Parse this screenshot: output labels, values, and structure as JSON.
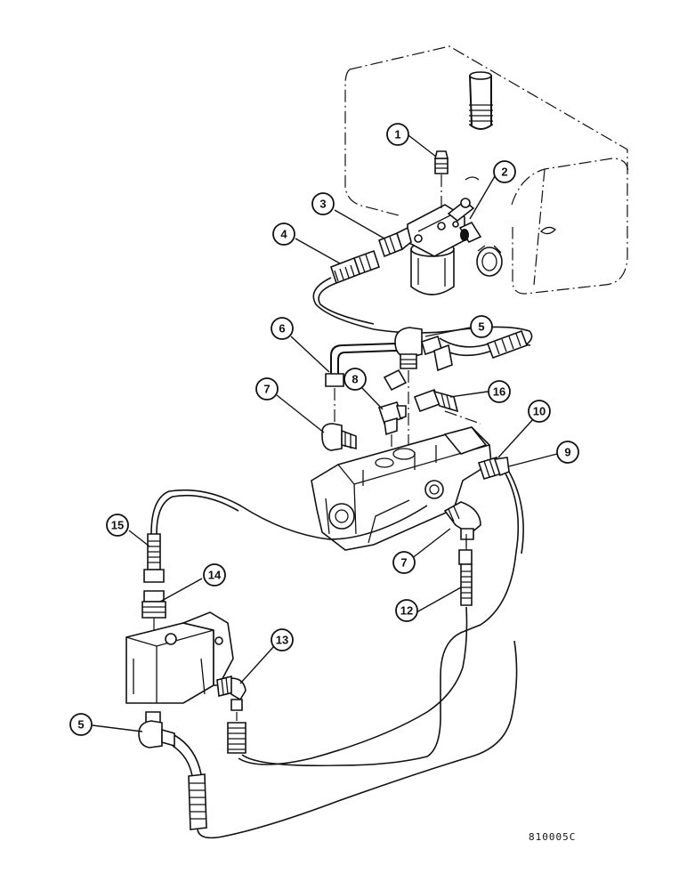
{
  "diagram": {
    "reference_code": "810005C",
    "callouts": [
      {
        "id": "c1",
        "label": "1"
      },
      {
        "id": "c2",
        "label": "2"
      },
      {
        "id": "c3",
        "label": "3"
      },
      {
        "id": "c4",
        "label": "4"
      },
      {
        "id": "c5a",
        "label": "5"
      },
      {
        "id": "c6",
        "label": "6"
      },
      {
        "id": "c7a",
        "label": "7"
      },
      {
        "id": "c8",
        "label": "8"
      },
      {
        "id": "c16",
        "label": "16"
      },
      {
        "id": "c10",
        "label": "10"
      },
      {
        "id": "c9",
        "label": "9"
      },
      {
        "id": "c15",
        "label": "15"
      },
      {
        "id": "c7b",
        "label": "7"
      },
      {
        "id": "c14",
        "label": "14"
      },
      {
        "id": "c12",
        "label": "12"
      },
      {
        "id": "c13",
        "label": "13"
      },
      {
        "id": "c5b",
        "label": "5"
      }
    ]
  }
}
